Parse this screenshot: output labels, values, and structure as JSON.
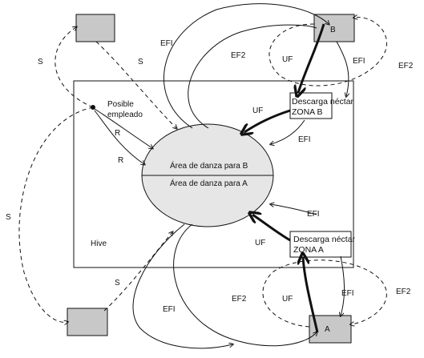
{
  "labels": {
    "hive": "Hive",
    "possible_employee_line1": "Posible",
    "possible_employee_line2": "empleado",
    "dance_area_b": "Área de danza para B",
    "dance_area_a": "Área de danza para A",
    "unload_b_line1": "Descarga néctar",
    "unload_b_line2": "ZONA B",
    "unload_a_line1": "Descarga néctar",
    "unload_a_line2": "ZONA A",
    "source_b": "B",
    "source_a": "A"
  },
  "edge_labels": {
    "efi_top_left": "EFI",
    "ef2_top": "EF2",
    "uf_top": "UF",
    "efi_top_right": "EFI",
    "ef2_top_right": "EF2",
    "s_top_left": "S",
    "s_top_mid": "S",
    "uf_mid_b": "UF",
    "efi_mid_b": "EFI",
    "r_upper": "R",
    "r_lower": "R",
    "s_left": "S",
    "efi_mid_a": "EFI",
    "uf_mid_a": "UF",
    "s_bottom": "S",
    "efi_bottom_left": "EFI",
    "ef2_bottom": "EF2",
    "uf_bottom": "UF",
    "efi_bottom_right": "EFI",
    "ef2_bottom_right": "EF2"
  },
  "colors": {
    "box_fill": "#c8c8c8",
    "ellipse_fill": "#e6e6e6",
    "stroke": "#111111"
  }
}
